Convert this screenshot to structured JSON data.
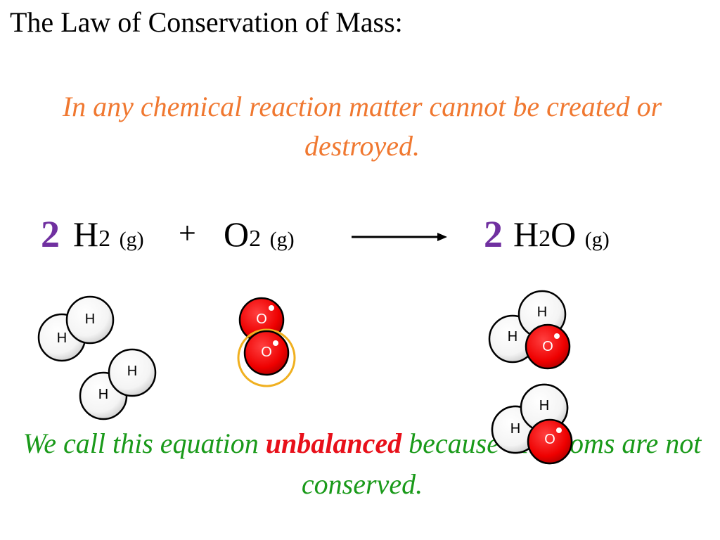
{
  "slide": {
    "title": "The Law of Conservation of Mass:",
    "statement": "In any chemical reaction matter cannot be created or destroyed.",
    "equation": {
      "coef1": "2",
      "h2_symbol": "H",
      "h2_sub": "2",
      "h2_state": "(g)",
      "plus": "+",
      "o2_symbol": "O",
      "o2_sub": "2",
      "o2_state": "(g)",
      "coef2": "2",
      "water_h": "H",
      "water_sub": "2",
      "water_o": "O",
      "water_state": "(g)"
    },
    "atoms": {
      "h_label": "H",
      "o_label": "O"
    },
    "conclusion": {
      "before": "We call this equation ",
      "highlight": "unbalanced",
      "after": " because the atoms are not conserved."
    },
    "colors": {
      "statement": "#f07830",
      "coefficient": "#7030a0",
      "oxygen": "#ee0000",
      "conclusion": "#1a9a1a",
      "highlight": "#e8101a",
      "ring": "#f0b020"
    }
  }
}
